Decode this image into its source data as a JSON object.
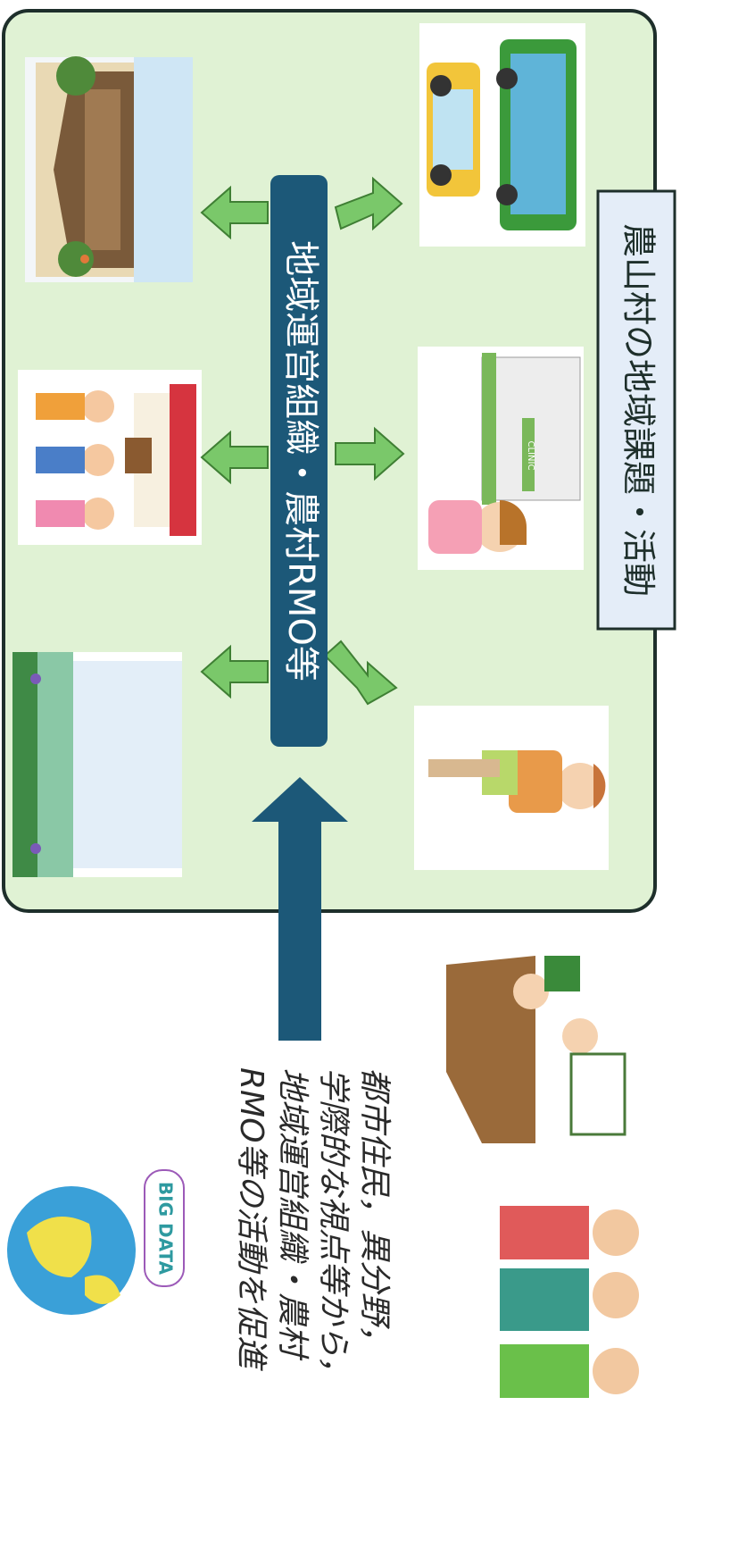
{
  "rmo_label": "地域運営組織・農村RMO等",
  "issues_label": "農山村の地域課題・活動",
  "promotion_lines": [
    "都市住民，異分野，",
    "学際的な視点等から，",
    "地域運営組織・農村",
    "RMO等の活動を促進"
  ],
  "clinic_sign": "CLINIC",
  "big_data_label": "BIG DATA",
  "icons": [
    "farmhouse-icon",
    "bus-taxi-icon",
    "festival-stall-icon",
    "clinic-nurse-icon",
    "rice-field-landscape-icon",
    "shopping-woman-icon",
    "meeting-people-icon",
    "tourists-icon",
    "globe-icon"
  ],
  "colors": {
    "region_fill": "#e0f2d4",
    "region_stroke": "#1e2f2b",
    "rmo_fill": "#1c5878",
    "issues_fill": "#e4edf8",
    "arrow_green": "#7ac86a",
    "big_arrow": "#1c5878"
  }
}
